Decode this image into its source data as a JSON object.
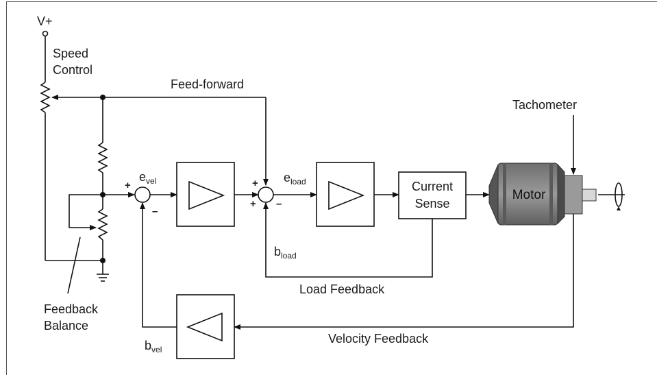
{
  "labels": {
    "vplus": "V+",
    "speed_control_1": "Speed",
    "speed_control_2": "Control",
    "feed_forward": "Feed-forward",
    "tachometer": "Tachometer",
    "e_vel_main": "e",
    "e_vel_sub": "vel",
    "e_load_main": "e",
    "e_load_sub": "load",
    "b_load_main": "b",
    "b_load_sub": "load",
    "b_vel_main": "b",
    "b_vel_sub": "vel",
    "current_sense_1": "Current",
    "current_sense_2": "Sense",
    "motor": "Motor",
    "load_feedback": "Load Feedback",
    "velocity_feedback": "Velocity Feedback",
    "feedback_balance_1": "Feedback",
    "feedback_balance_2": "Balance",
    "plus": "+",
    "minus": "–"
  },
  "colors": {
    "motor_body": "#7d7d7d",
    "motor_dark": "#4a4a4a",
    "tach": "#9a9a9a",
    "shaft": "#d8d8d8"
  }
}
